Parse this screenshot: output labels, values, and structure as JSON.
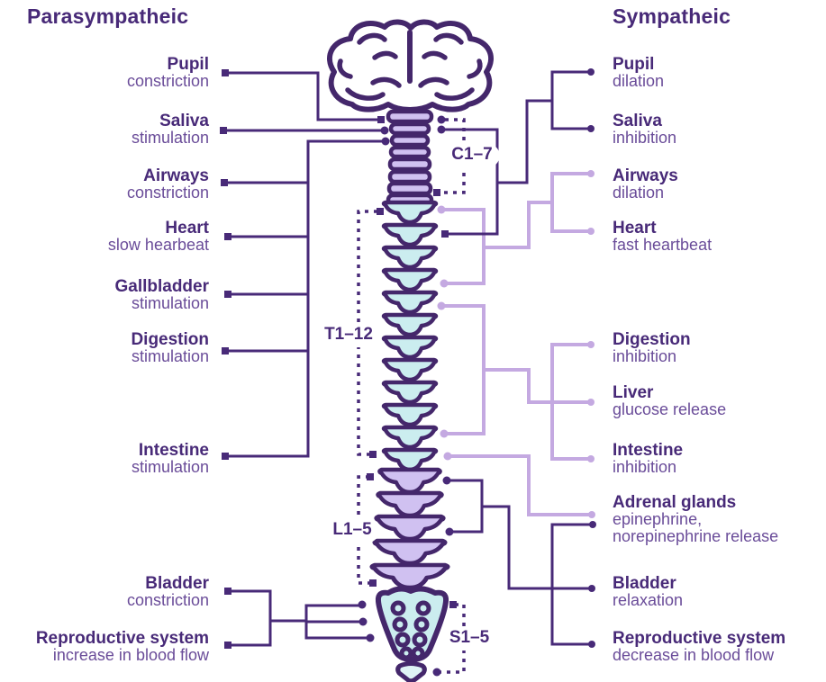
{
  "titles": {
    "left": "Parasympatheic",
    "right": "Sympatheic"
  },
  "left": {
    "items": [
      {
        "term": "Pupil",
        "effect": "constriction"
      },
      {
        "term": "Saliva",
        "effect": "stimulation"
      },
      {
        "term": "Airways",
        "effect": "constriction"
      },
      {
        "term": "Heart",
        "effect": "slow hearbeat"
      },
      {
        "term": "Gallbladder",
        "effect": "stimulation"
      },
      {
        "term": "Digestion",
        "effect": "stimulation"
      },
      {
        "term": "Intestine",
        "effect": "stimulation"
      },
      {
        "term": "Bladder",
        "effect": "constriction"
      },
      {
        "term": "Reproductive system",
        "effect": "increase in blood flow"
      }
    ]
  },
  "right": {
    "items": [
      {
        "term": "Pupil",
        "effect": "dilation"
      },
      {
        "term": "Saliva",
        "effect": "inhibition"
      },
      {
        "term": "Airways",
        "effect": "dilation"
      },
      {
        "term": "Heart",
        "effect": "fast heartbeat"
      },
      {
        "term": "Digestion",
        "effect": "inhibition"
      },
      {
        "term": "Liver",
        "effect": "glucose release"
      },
      {
        "term": "Intestine",
        "effect": "inhibition"
      },
      {
        "term": "Adrenal glands",
        "effect": "epinephrine, norepinephrine release"
      },
      {
        "term": "Bladder",
        "effect": "relaxation"
      },
      {
        "term": "Reproductive system",
        "effect": "decrease in blood flow"
      }
    ]
  },
  "spine_labels": {
    "cervical": "C1–7",
    "thoracic": "T1–12",
    "lumbar": "L1–5",
    "sacral": "S1–5"
  },
  "colors": {
    "dark_purple": "#482a78",
    "medium_purple": "#6a4c99",
    "light_purple_line": "#c4a9e1",
    "lavender_fill": "#d0c1f1",
    "cyan_fill": "#cbedef",
    "outline": "#44276b",
    "background": "#ffffff"
  }
}
